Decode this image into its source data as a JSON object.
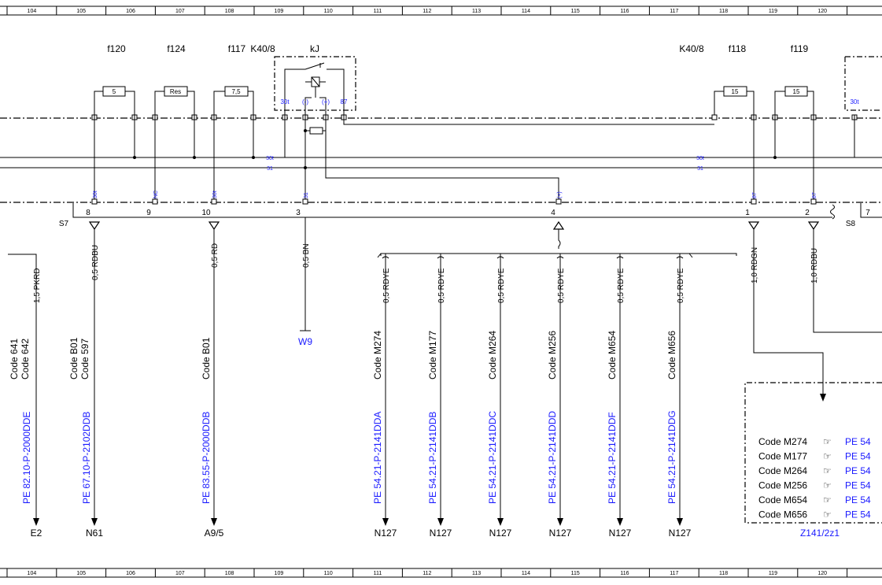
{
  "ruler": {
    "numbers": [
      "104",
      "105",
      "106",
      "107",
      "108",
      "109",
      "110",
      "111",
      "112",
      "113",
      "114",
      "115",
      "116",
      "117",
      "118",
      "119",
      "120"
    ]
  },
  "components": {
    "f120": "f120",
    "f124": "f124",
    "f117": "f117",
    "k40_left": "K40/8",
    "kj": "kJ",
    "k40_right": "K40/8",
    "f118": "f118",
    "f119": "f119"
  },
  "fuses": {
    "f120_rating": "5",
    "f124_rating": "Res",
    "f117_rating": "7,5",
    "f118_rating": "15",
    "f119_rating": "15"
  },
  "relay_pins": {
    "p30t": "30t",
    "pminus": "(-)",
    "pplus": "(+)",
    "p87": "87",
    "p30t_right": "30t"
  },
  "bus": {
    "label_30t_a": "30t",
    "label_31_a": "31",
    "label_30t_b": "30t",
    "label_31_b": "31"
  },
  "connector_pin_labels": {
    "c30t_1": "30t",
    "cnc": "NC",
    "c30t_2": "30t",
    "c31": "31",
    "cplus": "(+)",
    "c87_1": "87",
    "c87_2": "87"
  },
  "connectors": {
    "s7": "S7",
    "s8": "S8",
    "pin8": "8",
    "pin9": "9",
    "pin10": "10",
    "pin3": "3",
    "pin4": "4",
    "pin1": "1",
    "pin2": "2",
    "pin7": "7"
  },
  "wires": {
    "w_pkrd": "1,5 PKRD",
    "w_rdbu": "0,5 RDBU",
    "w_rd": "0,5 RD",
    "w_bn": "0,5 BN",
    "w_rdye": "0,5 RDYE",
    "w_rdgn": "1,0 RDGN",
    "w_rdbu2": "1,0 RDBU"
  },
  "codes": {
    "c641": "Code 641",
    "c642": "Code 642",
    "cb01": "Code B01",
    "c597": "Code 597",
    "cb01b": "Code B01",
    "m274": "Code M274",
    "m177": "Code M177",
    "m264": "Code M264",
    "m256": "Code M256",
    "m654": "Code M654",
    "m656": "Code M656"
  },
  "refs": {
    "r1": "PE 82.10-P-2000DDE",
    "r2": "PE 67.10-P-2102DDB",
    "r3": "PE 83.55-P-2000DDB",
    "r4": "PE 54.21-P-2141DDA",
    "r5": "PE 54.21-P-2141DDB",
    "r6": "PE 54.21-P-2141DDC",
    "r7": "PE 54.21-P-2141DDD",
    "r8": "PE 54.21-P-2141DDF",
    "r9": "PE 54.21-P-2141DDG"
  },
  "destinations": {
    "e2": "E2",
    "n61": "N61",
    "a95": "A9/5",
    "w9": "W9",
    "n127": "N127"
  },
  "z141": {
    "title": "Z141/2z1",
    "rows": [
      {
        "code": "Code M274",
        "ref": "PE 54"
      },
      {
        "code": "Code M177",
        "ref": "PE 54"
      },
      {
        "code": "Code M264",
        "ref": "PE 54"
      },
      {
        "code": "Code M256",
        "ref": "PE 54"
      },
      {
        "code": "Code M654",
        "ref": "PE 54"
      },
      {
        "code": "Code M656",
        "ref": "PE 54"
      }
    ]
  },
  "colors": {
    "line": "#000000",
    "link": "#1a1aff"
  }
}
